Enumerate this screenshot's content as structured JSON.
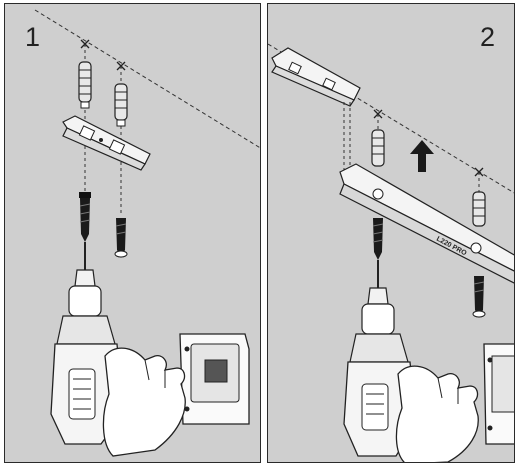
{
  "panels": [
    {
      "step_label": "1",
      "bracket_text": ""
    },
    {
      "step_label": "2",
      "bracket_text": "L220  PRO"
    }
  ],
  "colors": {
    "wall": "#cfcfcf",
    "outline": "#2a2a2a",
    "part_fill": "#ffffff",
    "screw": "#1a1a1a",
    "anchor": "#e8e8e8"
  }
}
